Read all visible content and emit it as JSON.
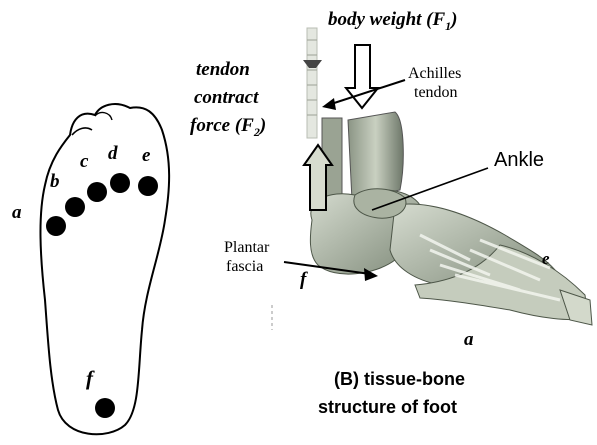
{
  "left_panel": {
    "points": [
      {
        "label": "a"
      },
      {
        "label": "b"
      },
      {
        "label": "c"
      },
      {
        "label": "d"
      },
      {
        "label": "e"
      },
      {
        "label": "f"
      }
    ]
  },
  "right_panel": {
    "body_weight_label": "body weight",
    "body_weight_symbol": "(F",
    "body_weight_sub": "1",
    "body_weight_close": ")",
    "tendon_line1": "tendon",
    "tendon_line2": "contract",
    "tendon_line3": "force",
    "tendon_symbol": "(F",
    "tendon_sub": "2",
    "tendon_close": ")",
    "achilles_line1": "Achilles",
    "achilles_line2": "tendon",
    "ankle": "Ankle",
    "plantar_line1": "Plantar",
    "plantar_line2": "fascia",
    "point_f": "f",
    "point_e": "e",
    "point_a": "a",
    "caption_line1": "(B) tissue-bone",
    "caption_line2": "structure of foot"
  },
  "colors": {
    "dot": "#000000",
    "bone": "#b9c2b0",
    "bone_dark": "#6f7a6a",
    "tendon_arrow_fill": "#d7dccf",
    "outline": "#000000"
  }
}
